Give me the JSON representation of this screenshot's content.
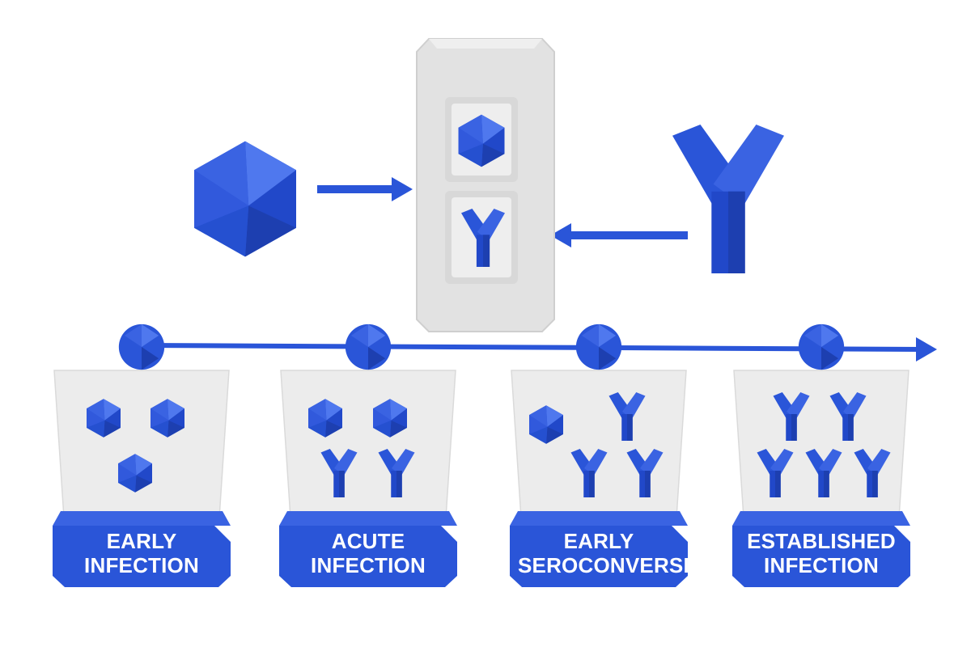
{
  "colors": {
    "accent": "#2a55d8",
    "accent_dark": "#1d3fb0",
    "accent_light": "#4f78ee",
    "panel": "#ebebeb",
    "panel_edge": "#d6d6d6",
    "device": "#e6e6e6",
    "device_edge": "#cfcfcf"
  },
  "diagram": {
    "inputs": [
      {
        "name": "antigen",
        "icon": "hexagon-antigen-icon",
        "flows_into": "test-device"
      },
      {
        "name": "antibody",
        "icon": "y-antibody-icon",
        "flows_into": "test-device"
      }
    ],
    "device": {
      "windows": [
        {
          "icon": "hexagon-antigen-icon"
        },
        {
          "icon": "y-antibody-icon"
        }
      ]
    },
    "timeline": {
      "direction": "left-to-right",
      "stages": [
        {
          "label_lines": [
            "EARLY",
            "INFECTION"
          ],
          "antigens": 3,
          "antibodies": 0
        },
        {
          "label_lines": [
            "ACUTE",
            "INFECTION"
          ],
          "antigens": 2,
          "antibodies": 2
        },
        {
          "label_lines": [
            "EARLY",
            "SEROCONVERSION"
          ],
          "antigens": 1,
          "antibodies": 3
        },
        {
          "label_lines": [
            "ESTABLISHED",
            "INFECTION"
          ],
          "antigens": 0,
          "antibodies": 5
        }
      ]
    }
  }
}
